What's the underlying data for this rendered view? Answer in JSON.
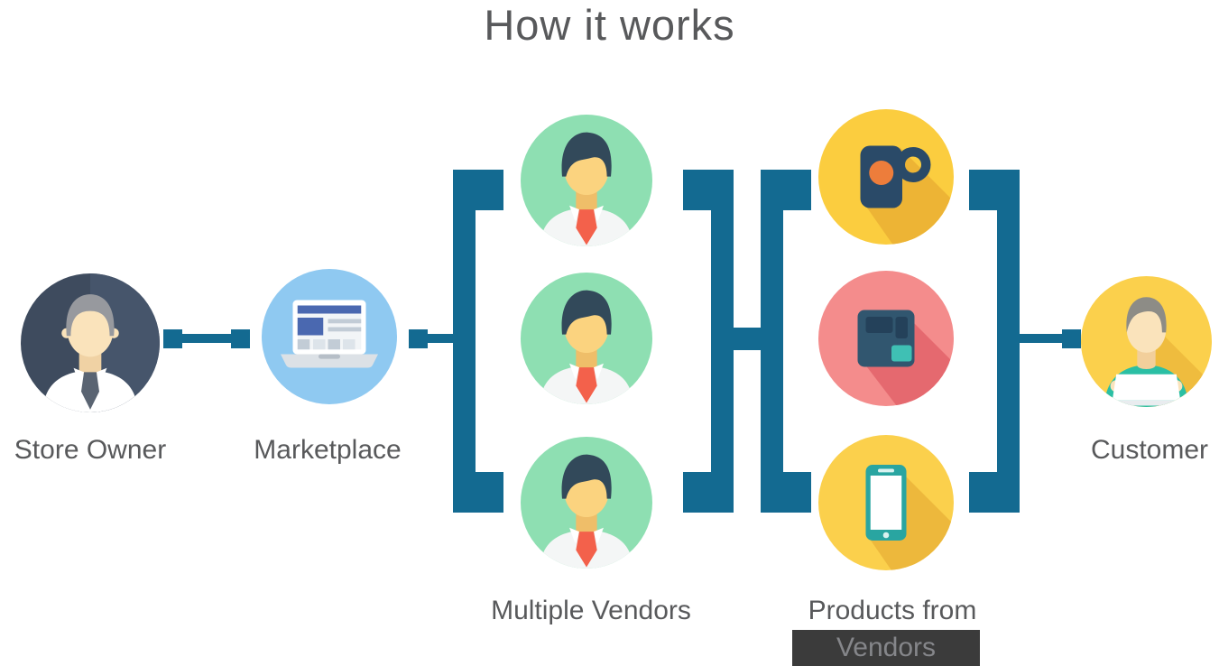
{
  "title": "How it works",
  "labels": {
    "store_owner": "Store Owner",
    "marketplace": "Marketplace",
    "multiple_vendors": "Multiple Vendors",
    "products_line1": "Products from",
    "products_line2": "Vendors",
    "customer": "Customer"
  },
  "icons": {
    "store_owner": "store-owner-avatar-icon",
    "marketplace": "laptop-browser-icon",
    "vendor": "vendor-avatar-icon",
    "product_1": "coffee-mug-icon",
    "product_2": "coffee-machine-icon",
    "product_3": "smartphone-icon",
    "customer": "customer-laptop-icon"
  },
  "colors": {
    "connector": "#136A91",
    "label_text": "#58595B",
    "store_owner_bg": "#3E4B5E",
    "marketplace_bg": "#8FC9F1",
    "vendor_bg": "#8EDFB2",
    "coffee_bg": "#FBCD3F",
    "machine_bg": "#F48C8C",
    "phone_bg": "#FBD04C",
    "customer_bg": "#FBD04C",
    "vendors_box_bg": "#3B3B3B",
    "vendors_box_text": "#85868A"
  }
}
